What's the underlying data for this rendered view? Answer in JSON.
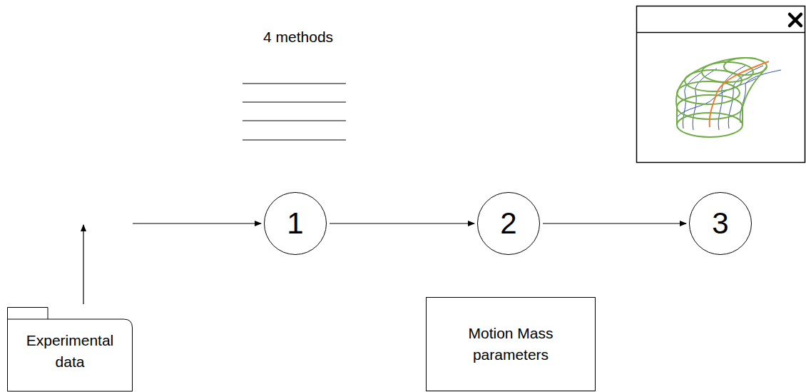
{
  "diagram": {
    "nodes": [
      {
        "text": [
          "1"
        ]
      },
      {
        "text": [
          "2"
        ]
      },
      {
        "text": [
          "3"
        ]
      },
      {
        "text": [
          "Experimental data"
        ]
      },
      {
        "text": [
          "Motion Mass parameters"
        ]
      }
    ],
    "edges": [
      {
        "from": 3,
        "to": 0,
        "arrow": "to"
      },
      {
        "from": 0,
        "to": 1,
        "arrow": "to"
      },
      {
        "from": 1,
        "to": 2,
        "arrow": "to"
      }
    ],
    "labels": [
      "4 methods"
    ]
  }
}
